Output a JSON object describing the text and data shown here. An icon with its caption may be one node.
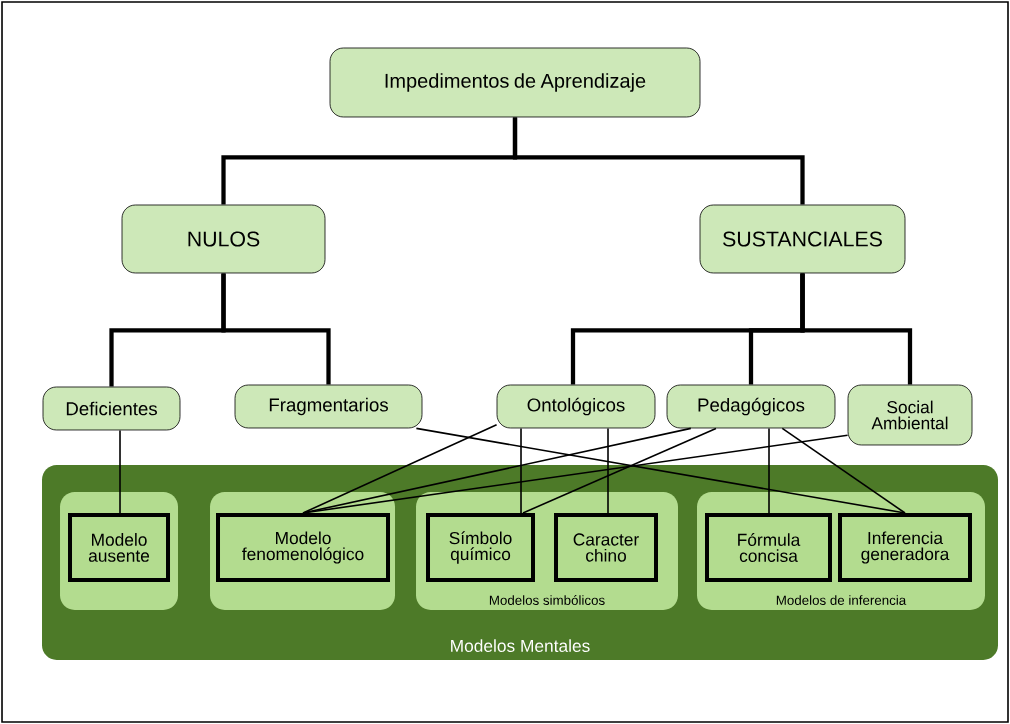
{
  "diagram": {
    "nodes": [
      {
        "text": [
          "Impedimentos de Aprendizaje"
        ]
      },
      {
        "text": [
          "NULOS"
        ]
      },
      {
        "text": [
          "SUSTANCIALES"
        ]
      },
      {
        "text": [
          "Deficientes"
        ]
      },
      {
        "text": [
          "Fragmentarios"
        ]
      },
      {
        "text": [
          "Ontológicos"
        ]
      },
      {
        "text": [
          "Pedagógicos"
        ]
      },
      {
        "text": [
          "Social Ambiental"
        ]
      },
      {
        "text": [
          "Modelos Mentales"
        ]
      },
      {
        "text": [],
        "shape": "box",
        "in": 8
      },
      {
        "text": [
          "Modelo ausente"
        ],
        "in": 9
      },
      {
        "text": [],
        "shape": "box",
        "in": 8
      },
      {
        "text": [
          "Modelo fenomenológico"
        ],
        "in": 11
      },
      {
        "text": [
          "Modelos simbólicos"
        ],
        "in": 8
      },
      {
        "text": [
          "Símbolo químico"
        ],
        "in": 13
      },
      {
        "text": [
          "Caracter chino"
        ],
        "in": 13
      },
      {
        "text": [
          "Modelos de inferencia"
        ],
        "in": 8
      },
      {
        "text": [
          "Fórmula concisa"
        ],
        "in": 16
      },
      {
        "text": [
          "Inferencia generadora"
        ],
        "in": 16
      }
    ],
    "edges": [
      {
        "from": 0,
        "to": 1,
        "arrow": "none",
        "style": "thick"
      },
      {
        "from": 0,
        "to": 2,
        "arrow": "none",
        "style": "thick"
      },
      {
        "from": 1,
        "to": 3,
        "arrow": "none",
        "style": "thick"
      },
      {
        "from": 1,
        "to": 4,
        "arrow": "none",
        "style": "thick"
      },
      {
        "from": 2,
        "to": 5,
        "arrow": "none",
        "style": "thick"
      },
      {
        "from": 2,
        "to": 6,
        "arrow": "none",
        "style": "thick"
      },
      {
        "from": 2,
        "to": 7,
        "arrow": "none",
        "style": "thick"
      },
      {
        "from": 3,
        "to": 10,
        "arrow": "none"
      },
      {
        "from": 4,
        "to": 18,
        "arrow": "none"
      },
      {
        "from": 5,
        "to": 12,
        "arrow": "none"
      },
      {
        "from": 5,
        "to": 14,
        "arrow": "none"
      },
      {
        "from": 5,
        "to": 15,
        "arrow": "none"
      },
      {
        "from": 6,
        "to": 12,
        "arrow": "none"
      },
      {
        "from": 6,
        "to": 14,
        "arrow": "none"
      },
      {
        "from": 6,
        "to": 17,
        "arrow": "none"
      },
      {
        "from": 6,
        "to": 18,
        "arrow": "none"
      },
      {
        "from": 7,
        "to": 12,
        "arrow": "none"
      }
    ]
  }
}
